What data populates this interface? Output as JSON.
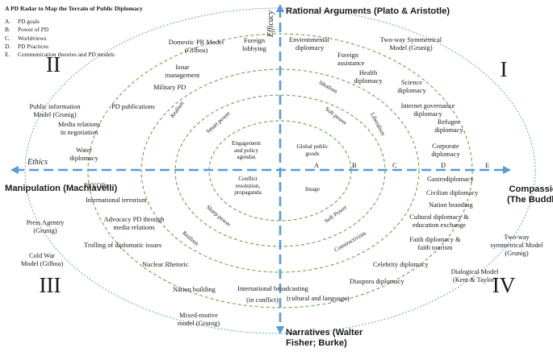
{
  "legend": {
    "title": "A PD Radar to Map the Terrain of Public Diplomacy",
    "items": [
      {
        "key": "A.",
        "label": "PD goals"
      },
      {
        "key": "B.",
        "label": "Power of PD"
      },
      {
        "key": "C.",
        "label": "Worldviews"
      },
      {
        "key": "D.",
        "label": "PD Practices"
      },
      {
        "key": "E.",
        "label": "Communication theories and PD models"
      }
    ]
  },
  "axes": {
    "top": "Rational Arguments (Plato & Aristotle)",
    "bottom": [
      "Narratives (Walter",
      "Fisher; Burke)"
    ],
    "left": "Manipulation (Machiavelli)",
    "right": [
      "Compassion",
      "(The Buddha)"
    ],
    "vertical_label": "Efficacy",
    "horizontal_label": "Ethics"
  },
  "quadrants": {
    "q1": "I",
    "q2": "II",
    "q3": "III",
    "q4": "IV"
  },
  "ring_letters": [
    "A",
    "B",
    "C",
    "D",
    "E"
  ],
  "center": {
    "upper_left": [
      "Engagement",
      "and policy",
      "agendas"
    ],
    "upper_right": [
      "Global public",
      "goods"
    ],
    "lower_left": [
      "Conflict",
      "resolution,",
      "propaganda"
    ],
    "lower_right": "Image"
  },
  "ring_labels": {
    "smart_power": "Smart power",
    "soft_power": "Soft power",
    "sharp_power": "Sharp power",
    "soft_power_lower": "Soft Power",
    "realism_upper": "Realism",
    "idealism": "Idealism",
    "liberalism": "Liberalism",
    "realism_lower": "Realism",
    "constructivism": "Constructivism"
  },
  "practices": {
    "foreign_lobbying": [
      "Foreign",
      "lobbying"
    ],
    "environmental": [
      "Environmental",
      "diplomacy"
    ],
    "foreign_assistance": [
      "Foreign",
      "assistance"
    ],
    "issue_management": [
      "Issue",
      "management"
    ],
    "military_pd": "Military PD",
    "health": [
      "Health",
      "diplomacy"
    ],
    "science": [
      "Science",
      "diplomacy"
    ],
    "pd_publications": "PD publications",
    "internet_governance": [
      "Internet governance",
      "diplomacy"
    ],
    "media_relations": [
      "Media relations",
      "in negotiation"
    ],
    "refugee": [
      "Refugee",
      "diplomacy"
    ],
    "water": [
      "Water",
      "diplomacy"
    ],
    "corporate": [
      "Corporate",
      "diplomacy"
    ],
    "psyops": "PSYOPs",
    "gastrodiplomacy": "Gastrodiplomacy",
    "international_terrorism": "International terrorism",
    "civilian": "Civilian diplomacy",
    "nation_branding": "Nation branding",
    "advocacy": [
      "Advocacy PD through",
      "media relations"
    ],
    "cultural": [
      "Cultural diplomacy &",
      "education exchange"
    ],
    "trolling": "Trolling of diplomatic issues",
    "faith": [
      "Faith diplomacy &",
      "faith tourism"
    ],
    "nuclear": "Nuclear Rhetoric",
    "celebrity": "Celebrity diplomacy",
    "nation_building": "Nation building",
    "diaspora": "Diaspora diplomacy",
    "broadcasting": [
      "International broadcasting",
      "(in conflict)"
    ],
    "cultural_language": "(cultural and language)"
  },
  "models": {
    "domestic_pr": [
      "Domestic PR Model",
      "(Gilboa)"
    ],
    "two_way_symmetrical_top": [
      "Two-way Symmetrical",
      "Model (Grunig)"
    ],
    "public_information": [
      "Public information",
      "Model (Grunig)"
    ],
    "press_agentry": [
      "Press Agentry",
      "(Grunig)"
    ],
    "two_way_symmetrical_bottom": [
      "Two-way",
      "symmetrical Model",
      "(Grunig)"
    ],
    "cold_war": [
      "Cold War",
      "Model (Gilboa)"
    ],
    "dialogical": [
      "Dialogical Model",
      "(Kent & Taylor)"
    ],
    "mixed_motive": [
      "Mixed-motive",
      "model (Grunig)"
    ]
  },
  "colors": {
    "axis": "#5b9bd5",
    "ring": "#5a9e3a",
    "outer_ring": "#5b9bd5",
    "text": "#1a1a1a"
  }
}
